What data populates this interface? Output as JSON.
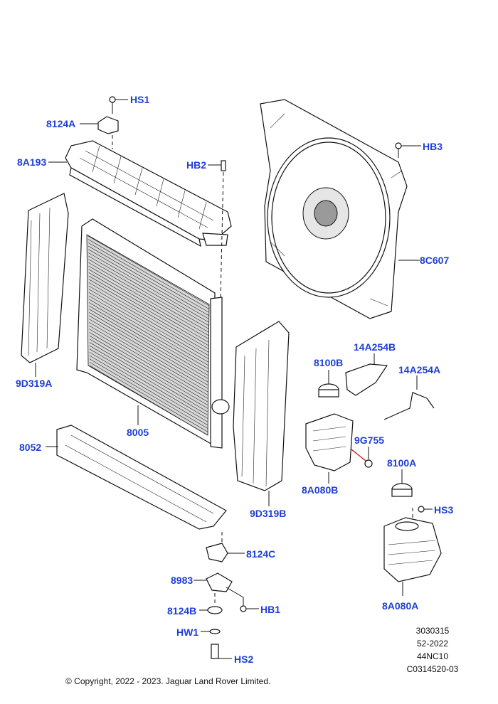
{
  "callouts": {
    "hs1": "HS1",
    "p8124a": "8124A",
    "p8a193": "8A193",
    "hb2": "HB2",
    "hb3": "HB3",
    "p8c607": "8C607",
    "p9d319a": "9D319A",
    "p8005": "8005",
    "p8052": "8052",
    "p9d319b": "9D319B",
    "p8100b": "8100B",
    "p14a254b": "14A254B",
    "p14a254a": "14A254A",
    "p9g755": "9G755",
    "p8100a": "8100A",
    "p8a080b": "8A080B",
    "hs3": "HS3",
    "p8a080a": "8A080A",
    "p8124c": "8124C",
    "p8983": "8983",
    "p8124b": "8124B",
    "hb1": "HB1",
    "hw1": "HW1",
    "hs2": "HS2"
  },
  "reference": {
    "line1": "3030315",
    "line2": "52-2022",
    "line3": "44NC10",
    "line4": "C0314520-03"
  },
  "copyright": "© Copyright, 2022 - 2023. Jaguar Land Rover Limited.",
  "colors": {
    "callout_text": "#1f3fd6",
    "line_art": "#111111",
    "highlight_leader": "#d00000"
  }
}
